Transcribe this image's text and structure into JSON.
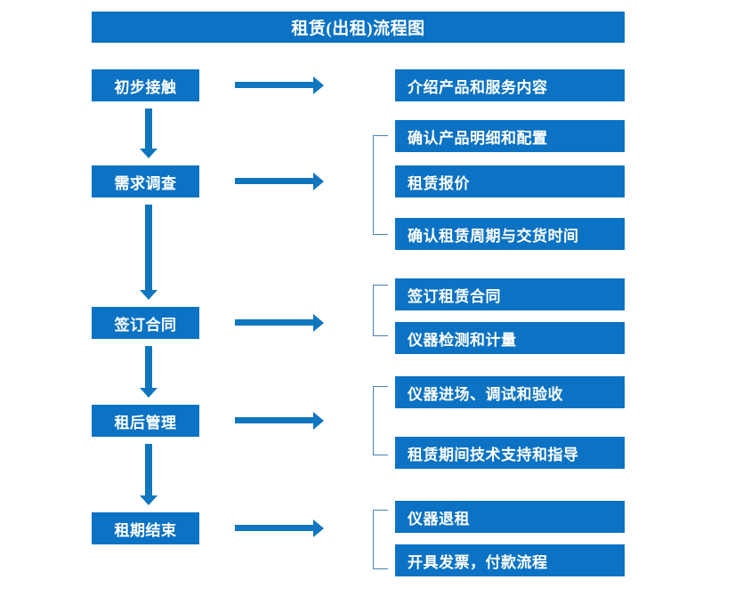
{
  "title": "租赁(出租)流程图",
  "colors": {
    "box_blue": "#0b72c4",
    "arrow_blue": "#0f76bf",
    "bracket_blue": "#4a7fb5",
    "text_white": "#ffffff",
    "background": "#ffffff"
  },
  "stages": [
    {
      "label": "初步接触"
    },
    {
      "label": "需求调查"
    },
    {
      "label": "签订合同"
    },
    {
      "label": "租后管理"
    },
    {
      "label": "租期结束"
    }
  ],
  "details": [
    {
      "label": "介绍产品和服务内容"
    },
    {
      "label": "确认产品明细和配置"
    },
    {
      "label": "租赁报价"
    },
    {
      "label": "确认租赁周期与交货时间"
    },
    {
      "label": "签订租赁合同"
    },
    {
      "label": "仪器检测和计量"
    },
    {
      "label": "仪器进场、调试和验收"
    },
    {
      "label": "租赁期间技术支持和指导"
    },
    {
      "label": "仪器退租"
    },
    {
      "label": "开具发票，付款流程"
    }
  ],
  "chart_data": {
    "type": "diagram",
    "diagram_type": "flowchart",
    "title": "租赁(出租)流程图",
    "orientation": "vertical-with-branches",
    "nodes": [
      {
        "id": "stage-1",
        "label": "初步接触",
        "column": "left",
        "order": 1
      },
      {
        "id": "stage-2",
        "label": "需求调查",
        "column": "left",
        "order": 2
      },
      {
        "id": "stage-3",
        "label": "签订合同",
        "column": "left",
        "order": 3
      },
      {
        "id": "stage-4",
        "label": "租后管理",
        "column": "left",
        "order": 4
      },
      {
        "id": "stage-5",
        "label": "租期结束",
        "column": "left",
        "order": 5
      },
      {
        "id": "detail-1",
        "label": "介绍产品和服务内容",
        "column": "right",
        "parent": "stage-1"
      },
      {
        "id": "detail-2",
        "label": "确认产品明细和配置",
        "column": "right",
        "parent": "stage-2"
      },
      {
        "id": "detail-3",
        "label": "租赁报价",
        "column": "right",
        "parent": "stage-2"
      },
      {
        "id": "detail-4",
        "label": "确认租赁周期与交货时间",
        "column": "right",
        "parent": "stage-2"
      },
      {
        "id": "detail-5",
        "label": "签订租赁合同",
        "column": "right",
        "parent": "stage-3"
      },
      {
        "id": "detail-6",
        "label": "仪器检测和计量",
        "column": "right",
        "parent": "stage-3"
      },
      {
        "id": "detail-7",
        "label": "仪器进场、调试和验收",
        "column": "right",
        "parent": "stage-4"
      },
      {
        "id": "detail-8",
        "label": "租赁期间技术支持和指导",
        "column": "right",
        "parent": "stage-4"
      },
      {
        "id": "detail-9",
        "label": "仪器退租",
        "column": "right",
        "parent": "stage-5"
      },
      {
        "id": "detail-10",
        "label": "开具发票，付款流程",
        "column": "right",
        "parent": "stage-5"
      }
    ],
    "edges": [
      {
        "from": "stage-1",
        "to": "stage-2",
        "kind": "down-arrow"
      },
      {
        "from": "stage-2",
        "to": "stage-3",
        "kind": "down-arrow"
      },
      {
        "from": "stage-3",
        "to": "stage-4",
        "kind": "down-arrow"
      },
      {
        "from": "stage-4",
        "to": "stage-5",
        "kind": "down-arrow"
      },
      {
        "from": "stage-1",
        "to": "detail-1",
        "kind": "right-arrow"
      },
      {
        "from": "stage-2",
        "to": "detail-2",
        "kind": "right-arrow"
      },
      {
        "from": "stage-3",
        "to": "detail-5",
        "kind": "right-arrow"
      },
      {
        "from": "stage-4",
        "to": "detail-7",
        "kind": "right-arrow"
      },
      {
        "from": "stage-5",
        "to": "detail-9",
        "kind": "right-arrow"
      }
    ],
    "brackets": [
      {
        "groups": [
          "detail-2",
          "detail-3",
          "detail-4"
        ]
      },
      {
        "groups": [
          "detail-5",
          "detail-6"
        ]
      },
      {
        "groups": [
          "detail-7",
          "detail-8"
        ]
      },
      {
        "groups": [
          "detail-9",
          "detail-10"
        ]
      }
    ]
  }
}
